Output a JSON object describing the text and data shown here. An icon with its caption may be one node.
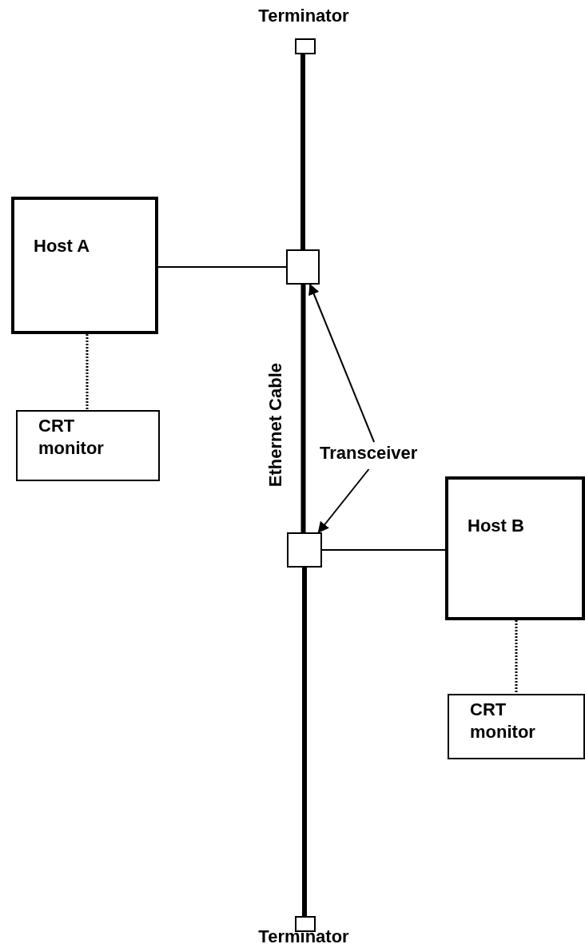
{
  "diagram": {
    "nodes": [
      {
        "text": [
          "Terminator"
        ]
      },
      {
        "text": [],
        "shape": "box"
      },
      {
        "text": [
          "Host A"
        ]
      },
      {
        "text": [
          "CRT monitor"
        ]
      },
      {
        "text": [],
        "shape": "box"
      },
      {
        "text": [
          "Host B"
        ]
      },
      {
        "text": [
          "CRT monitor"
        ]
      },
      {
        "text": [
          "Terminator"
        ]
      },
      {
        "text": [
          "Transceiver"
        ]
      }
    ],
    "edges": [
      {
        "from": 0,
        "to": 1,
        "arrow": "none",
        "style": "thick"
      },
      {
        "from": 2,
        "to": 1,
        "arrow": "none"
      },
      {
        "from": 2,
        "to": 3,
        "arrow": "none",
        "style": "dashed"
      },
      {
        "from": 1,
        "to": 4,
        "arrow": "none",
        "style": "thick",
        "label": "Ethernet Cable"
      },
      {
        "from": 4,
        "to": 5,
        "arrow": "none"
      },
      {
        "from": 5,
        "to": 6,
        "arrow": "none",
        "style": "dashed"
      },
      {
        "from": 4,
        "to": 7,
        "arrow": "none",
        "style": "thick"
      },
      {
        "from": 8,
        "to": 1,
        "arrow": "to"
      },
      {
        "from": 8,
        "to": 4,
        "arrow": "to"
      }
    ]
  }
}
